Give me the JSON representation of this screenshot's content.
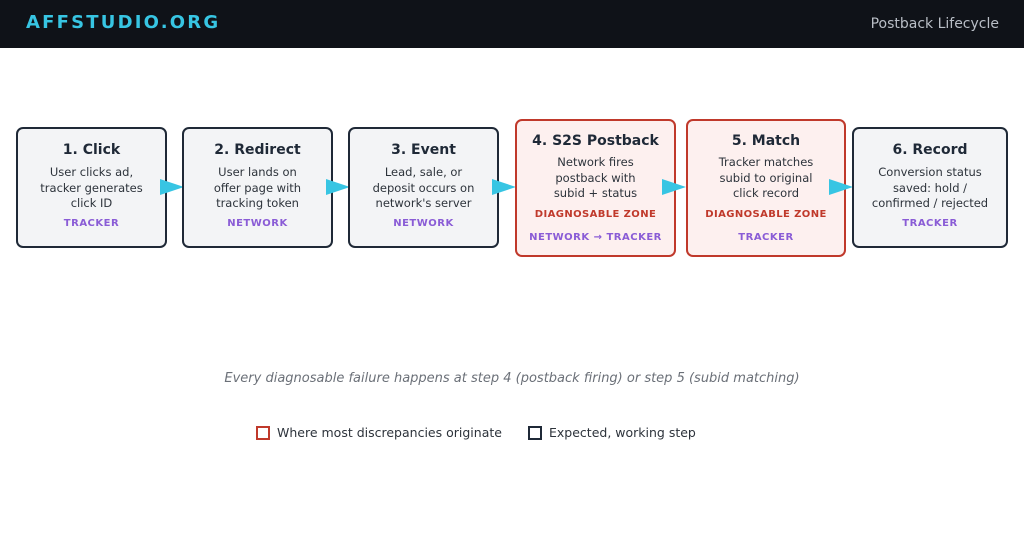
{
  "header": {
    "brand": "AFFSTUDIO.ORG",
    "title": "Postback Lifecycle"
  },
  "steps": [
    {
      "title": "1. Click",
      "desc": [
        "User clicks ad,",
        "tracker generates",
        "click ID"
      ],
      "zone": "",
      "owner": "TRACKER",
      "highlighted": false
    },
    {
      "title": "2. Redirect",
      "desc": [
        "User lands on",
        "offer page with",
        "tracking token"
      ],
      "zone": "",
      "owner": "NETWORK",
      "highlighted": false
    },
    {
      "title": "3. Event",
      "desc": [
        "Lead, sale, or",
        "deposit occurs on",
        "network's server"
      ],
      "zone": "",
      "owner": "NETWORK",
      "highlighted": false
    },
    {
      "title": "4. S2S Postback",
      "desc": [
        "Network fires",
        "postback with",
        "subid + status"
      ],
      "zone": "DIAGNOSABLE ZONE",
      "owner": "NETWORK → TRACKER",
      "highlighted": true
    },
    {
      "title": "5. Match",
      "desc": [
        "Tracker matches",
        "subid to original",
        "click record"
      ],
      "zone": "DIAGNOSABLE ZONE",
      "owner": "TRACKER",
      "highlighted": true
    },
    {
      "title": "6. Record",
      "desc": [
        "Conversion status",
        "saved: hold /",
        "confirmed / rejected"
      ],
      "zone": "",
      "owner": "TRACKER",
      "highlighted": false
    }
  ],
  "caption": "Every diagnosable failure happens at step 4 (postback firing) or step 5 (subid matching)",
  "legend": {
    "zone_label": "Where most discrepancies originate",
    "normal_label": "Expected, working step"
  },
  "colors": {
    "header_bg": "#0f1218",
    "brand": "#37c5e3",
    "arrow": "#37c5e3",
    "zone_border": "#c0392b",
    "zone_fill": "#fdf0ef",
    "normal_border": "#1f2937",
    "normal_fill": "#f3f4f6",
    "owner_text": "#8a5cd6"
  }
}
